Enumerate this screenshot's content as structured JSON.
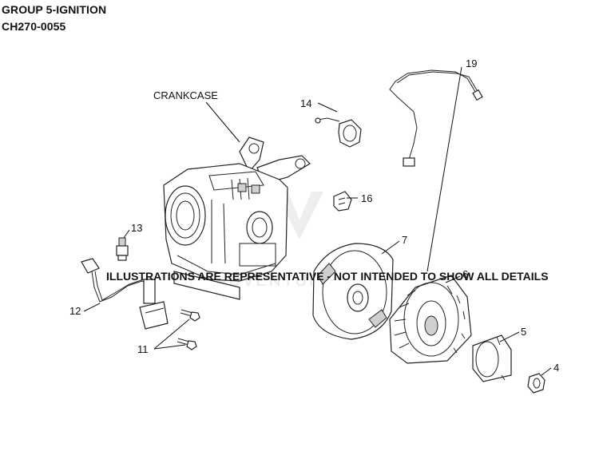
{
  "header": {
    "group_title": "GROUP 5-IGNITION",
    "model_code": "CH270-0055"
  },
  "footer": {
    "disclaimer": "ILLUSTRATIONS ARE REPRESENTATIVE - NOT INTENDED TO SHOW ALL DETAILS"
  },
  "watermark": "LEADVENTURE",
  "callouts": {
    "crankcase": "CRANKCASE",
    "p4": "4",
    "p5": "5",
    "p6": "6",
    "p7": "7",
    "p11": "11",
    "p12": "12",
    "p13": "13",
    "p14": "14",
    "p16": "16",
    "p19": "19"
  }
}
